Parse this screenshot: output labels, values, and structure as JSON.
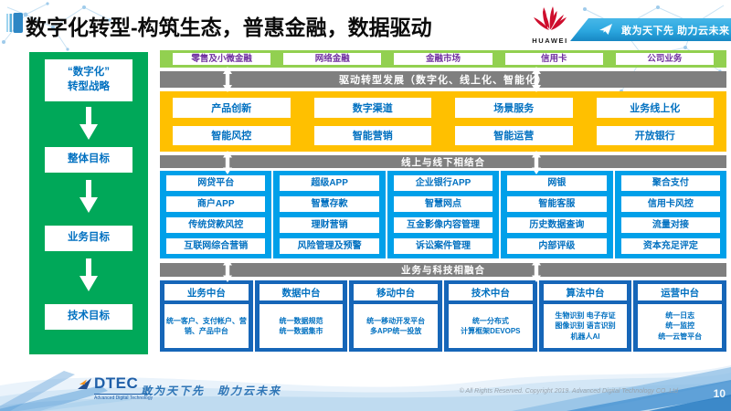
{
  "header": {
    "title": "数字化转型-构筑生态，普惠金融，数据驱动",
    "huawei_wordmark": "HUAWEI",
    "ribbon_text": "敢为天下先 助力云未来"
  },
  "flow_panel": {
    "steps": [
      "“数字化”\n转型战略",
      "整体目标",
      "业务目标",
      "技术目标"
    ]
  },
  "business_lines": [
    "零售及小微金融",
    "网络金融",
    "金融市场",
    "信用卡",
    "公司业务"
  ],
  "banners": {
    "drive": "驱动转型发展（数字化、线上化、智能化）",
    "online_offline": "线上与线下相结合",
    "biz_tech": "业务与科技相融合"
  },
  "capabilities": {
    "row1": [
      "产品创新",
      "数字渠道",
      "场景服务",
      "业务线上化"
    ],
    "row2": [
      "智能风控",
      "智能营销",
      "智能运营",
      "开放银行"
    ]
  },
  "online_offline_grid": {
    "columns": [
      [
        "网贷平台",
        "商户APP",
        "传统贷款风控",
        "互联网综合营销"
      ],
      [
        "超级APP",
        "智慧存款",
        "理财营销",
        "风险管理及预警"
      ],
      [
        "企业银行APP",
        "智慧网点",
        "互金影像内容管理",
        "诉讼案件管理"
      ],
      [
        "网银",
        "智能客服",
        "历史数据查询",
        "内部评级"
      ],
      [
        "聚合支付",
        "信用卡风控",
        "流量对接",
        "资本充足评定"
      ]
    ]
  },
  "platforms": [
    {
      "title": "业务中台",
      "detail": "统一客户、支付帐户、营销、产品中台"
    },
    {
      "title": "数据中台",
      "detail": "统一数据规范\n统一数据集市"
    },
    {
      "title": "移动中台",
      "detail": "统一移动开发平台\n多APP统一投放"
    },
    {
      "title": "技术中台",
      "detail": "统一分布式\n计算框架DEVOPS"
    },
    {
      "title": "算法中台",
      "detail": "生物识别 电子存证\n图像识别 语言识别\n机器人AI"
    },
    {
      "title": "运营中台",
      "detail": "统一日志\n统一监控\n统一云管平台"
    }
  ],
  "footer": {
    "logo_text": "DTEC",
    "logo_subtext": "Advanced Digital Technology",
    "tagline": "敢为天下先　助力云未来",
    "copyright": "© All Rights Reserved. Copyright 2019. Advanced Digital Technology CO.,Ltd",
    "page_number": "10"
  },
  "colors": {
    "green": "#00A859",
    "light_green": "#92D050",
    "yellow": "#FFC000",
    "cyan": "#00A0E9",
    "dark_blue": "#1666B8",
    "gray_banner": "#7F7F7F",
    "text_blue": "#0070C0",
    "purple": "#7030A0",
    "huawei_red": "#CE0E2D",
    "ribbon_blue": "#2BA7DF"
  }
}
